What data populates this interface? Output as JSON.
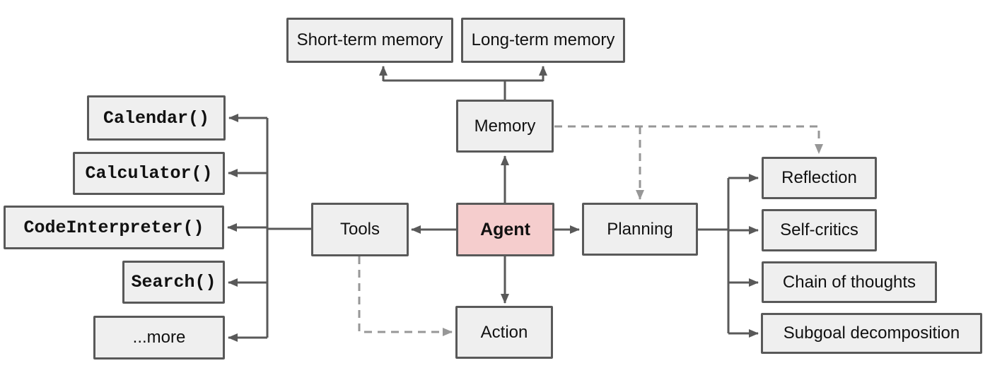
{
  "diagram": {
    "type": "flowchart",
    "background": "#ffffff"
  },
  "colors": {
    "box_fill": "#efefef",
    "box_border": "#595959",
    "agent_fill": "#f5cdcd",
    "solid_connector": "#595959",
    "dashed_connector": "#979797",
    "text": "#111111"
  },
  "nodes": {
    "short_term_memory": {
      "label": "Short-term memory"
    },
    "long_term_memory": {
      "label": "Long-term memory"
    },
    "memory": {
      "label": "Memory"
    },
    "agent": {
      "label": "Agent"
    },
    "tools": {
      "label": "Tools"
    },
    "planning": {
      "label": "Planning"
    },
    "action": {
      "label": "Action"
    },
    "calendar": {
      "label": "Calendar()"
    },
    "calculator": {
      "label": "Calculator()"
    },
    "code_interpreter": {
      "label": "CodeInterpreter()"
    },
    "search": {
      "label": "Search()"
    },
    "more_tools": {
      "label": "...more"
    },
    "reflection": {
      "label": "Reflection"
    },
    "self_critics": {
      "label": "Self-critics"
    },
    "chain_of_thoughts": {
      "label": "Chain of thoughts"
    },
    "subgoal_decomposition": {
      "label": "Subgoal decomposition"
    }
  },
  "edges": {
    "solid": [
      {
        "from": "agent",
        "to": "memory"
      },
      {
        "from": "agent",
        "to": "tools"
      },
      {
        "from": "agent",
        "to": "planning"
      },
      {
        "from": "agent",
        "to": "action"
      },
      {
        "from": "memory",
        "to": "short_term_memory"
      },
      {
        "from": "memory",
        "to": "long_term_memory"
      },
      {
        "from": "tools",
        "to": "calendar"
      },
      {
        "from": "tools",
        "to": "calculator"
      },
      {
        "from": "tools",
        "to": "code_interpreter"
      },
      {
        "from": "tools",
        "to": "search"
      },
      {
        "from": "tools",
        "to": "more_tools"
      },
      {
        "from": "planning",
        "to": "reflection"
      },
      {
        "from": "planning",
        "to": "self_critics"
      },
      {
        "from": "planning",
        "to": "chain_of_thoughts"
      },
      {
        "from": "planning",
        "to": "subgoal_decomposition"
      }
    ],
    "dashed": [
      {
        "from": "memory",
        "to": "planning"
      },
      {
        "from": "memory",
        "to": "reflection"
      },
      {
        "from": "tools",
        "to": "action"
      }
    ]
  }
}
